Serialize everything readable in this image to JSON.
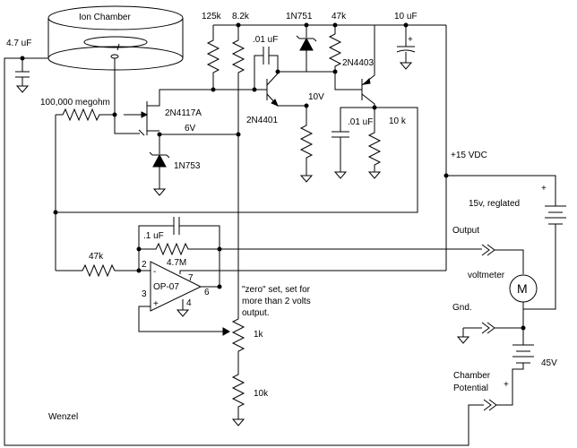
{
  "labels": {
    "ion_chamber": "Ion Chamber",
    "c_chamber": "4.7 uF",
    "r_megohm": "100,000 megohm",
    "jfet": "2N4117A",
    "v6": "6V",
    "zener_6v": "1N753",
    "r125k": "125k",
    "r8k2": "8.2k",
    "c01_top": ".01 uF",
    "zener_10v": "1N751",
    "r47k_top": "47k",
    "c10u": "10 uF",
    "q_pnp": "2N4403",
    "q_npn": "2N4401",
    "v10": "10V",
    "c01_right": ".01 uF",
    "r10k_right": "10 k",
    "supply_15": "+15 VDC",
    "battery_15": "15v, reglated",
    "c1u_fb": ".1 uF",
    "r47m": "4.7M",
    "r47k_in": "47k",
    "pin2": "2",
    "pin3": "3",
    "pin7": "7",
    "pin6": "6",
    "pin4": "4",
    "opamp": "OP-07",
    "output": "Output",
    "voltmeter": "voltmeter",
    "meter_m": "M",
    "gnd": "Gnd.",
    "zero_note_1": "\"zero\" set, set for",
    "zero_note_2": "more than 2 volts",
    "zero_note_3": "output.",
    "pot1k": "1k",
    "r10k_bottom": "10k",
    "battery_45": "45V",
    "chamber_pot_1": "Chamber",
    "chamber_pot_2": "Potential",
    "author": "Wenzel",
    "plus": "+",
    "minus": "-"
  }
}
